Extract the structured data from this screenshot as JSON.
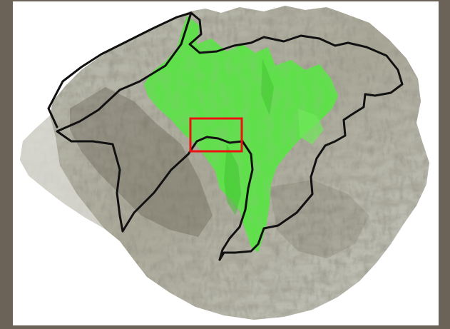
{
  "map": {
    "subject": "island-shaded-relief",
    "colors": {
      "frame": "#6b6357",
      "background": "#ffffff",
      "terrain_light": "#cfd0c8",
      "terrain_mid": "#9d9c8c",
      "terrain_dark": "#5e5a4a",
      "ridge": "#3f3b30",
      "vegetation_zone": "#5fe04a",
      "vegetation_zone_dark": "#3bc12b",
      "boundary_line": "#111111",
      "highlight_box": "#ee1111"
    },
    "layers": [
      {
        "id": "island-landmass",
        "kind": "shaded-relief"
      },
      {
        "id": "green-zone",
        "kind": "area-highlight"
      },
      {
        "id": "boundary",
        "kind": "outline"
      },
      {
        "id": "selection",
        "kind": "rectangle"
      }
    ]
  }
}
